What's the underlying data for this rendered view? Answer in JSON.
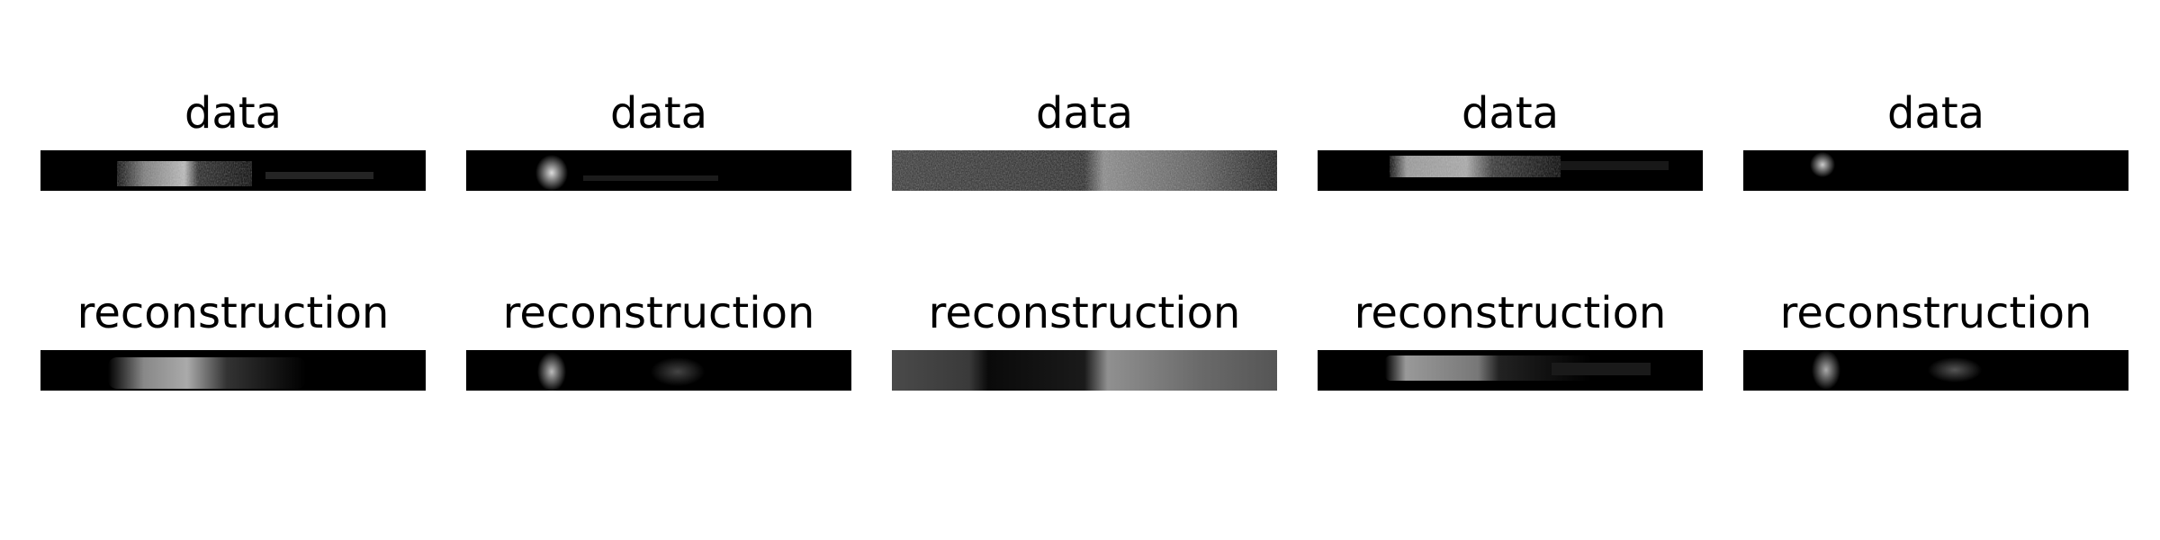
{
  "rows": [
    {
      "titles": [
        "data",
        "data",
        "data",
        "data",
        "data"
      ]
    },
    {
      "titles": [
        "reconstruction",
        "reconstruction",
        "reconstruction",
        "reconstruction",
        "reconstruction"
      ]
    }
  ],
  "colors": {
    "background": "#ffffff",
    "panel": "#000000"
  }
}
